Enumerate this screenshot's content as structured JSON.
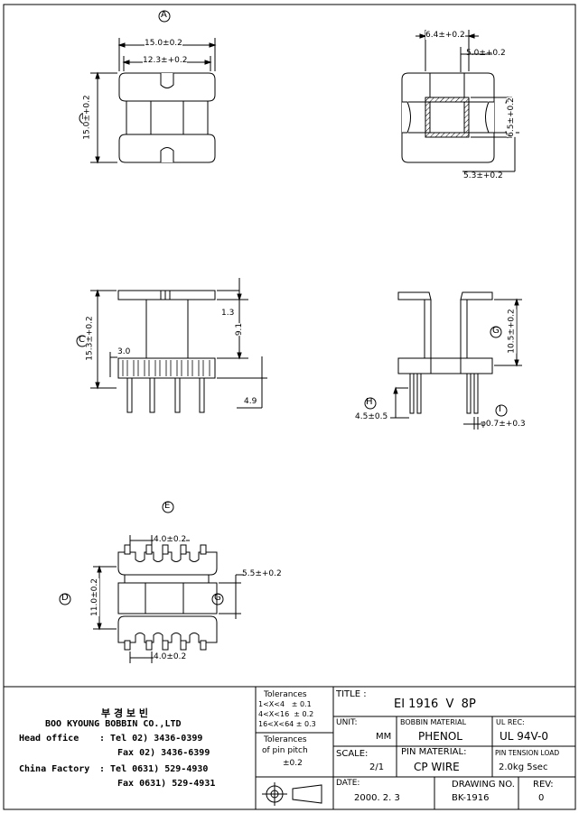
{
  "views": {
    "top_left": {
      "marker_a": "A",
      "marker_b": "B",
      "dim_width_outer": "15.0±0.2",
      "dim_width_inner": "12.3±+0.2",
      "dim_height": "15.0±+0.2"
    },
    "top_right": {
      "dim_64": "6.4±+0.2",
      "dim_50": "5.0±+0.2",
      "dim_65": "6.5±+0.2",
      "dim_53": "5.3±+0.2"
    },
    "mid_left": {
      "marker_c": "C",
      "dim_153": "15.3±+0.2",
      "dim_30": "3.0",
      "dim_13": "1.3",
      "dim_91": "9.1",
      "dim_49": "4.9"
    },
    "mid_right": {
      "marker_g": "G",
      "marker_h": "H",
      "marker_i": "I",
      "dim_105": "10.5±+0.2",
      "dim_45": "4.5±0.5",
      "dim_07": "φ0.7±+0.3"
    },
    "bottom": {
      "marker_e": "E",
      "marker_d": "D",
      "marker_g": "G",
      "dim_40_top": "4.0±0.2",
      "dim_40_bottom": "4.0±0.2",
      "dim_110": "11.0±0.2",
      "dim_55": "5.5±+0.2"
    }
  },
  "title_block": {
    "company_korean": "부 경 보 빈",
    "company_name": "BOO KYOUNG BOBBIN CO.,LTD",
    "head_office_label": "Head office",
    "head_office_tel": ": Tel  02) 3436-0399",
    "head_office_fax": "Fax  02) 3436-6399",
    "china_factory_label": "China Factory",
    "china_tel": ": Tel 0631) 529-4930",
    "china_fax": "Fax 0631) 529-4931",
    "tolerances_label": "Tolerances",
    "tol_line1": "1<X<4   ± 0.1",
    "tol_line2": "4<X<16  ± 0.2",
    "tol_line3": "16<X<64 ± 0.3",
    "pitch_label1": "Tolerances",
    "pitch_label2": "of pin pitch",
    "pitch_value": "±0.2",
    "title_label": "TITLE :",
    "title_value": "EI 1916  V  8P",
    "unit_label": "UNIT:",
    "unit_value": "MM",
    "bobbin_material_label": "BOBBIN MATERIAL",
    "bobbin_material_value": "PHENOL",
    "ul_rec_label": "UL REC:",
    "ul_rec_value": "UL 94V-0",
    "scale_label": "SCALE:",
    "scale_value": "2/1",
    "pin_material_label": "PIN MATERIAL:",
    "pin_material_value": "CP WIRE",
    "pin_tension_label": "PIN TENSION LOAD",
    "pin_tension_value": "2.0kg 5sec",
    "date_label": "DATE:",
    "date_value": "2000. 2. 3",
    "drawing_no_label": "DRAWING NO.",
    "drawing_no_value": "BK-1916",
    "rev_label": "REV:",
    "rev_value": "0"
  }
}
